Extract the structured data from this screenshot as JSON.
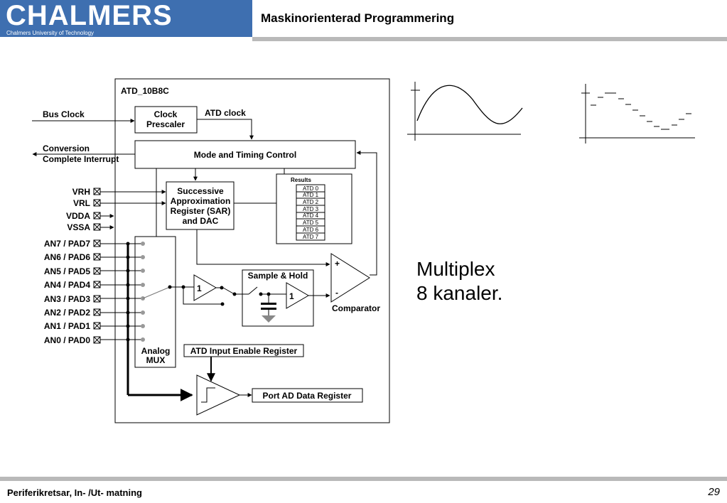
{
  "header": {
    "logo_text": "CHALMERS",
    "logo_subtext": "Chalmers University of Technology",
    "course_title": "Maskinorienterad Programmering"
  },
  "diagram": {
    "title": "ATD_10B8C",
    "bus_clock": "Bus Clock",
    "clock_prescaler": [
      "Clock",
      "Prescaler"
    ],
    "atd_clock": "ATD clock",
    "conversion_interrupt": [
      "Conversion",
      "Complete Interrupt"
    ],
    "mode_timing": "Mode and Timing Control",
    "sar": [
      "Successive",
      "Approximation",
      "Register (SAR)",
      "and DAC"
    ],
    "results_label": "Results",
    "results": [
      "ATD 0",
      "ATD 1",
      "ATD 2",
      "ATD 3",
      "ATD 4",
      "ATD 5",
      "ATD 6",
      "ATD 7"
    ],
    "power_pins": [
      "VRH",
      "VRL",
      "VDDA",
      "VSSA"
    ],
    "analog_pins": [
      "AN7 / PAD7",
      "AN6 / PAD6",
      "AN5 / PAD5",
      "AN4 / PAD4",
      "AN3 / PAD3",
      "AN2 / PAD2",
      "AN1 / PAD1",
      "AN0 / PAD0"
    ],
    "analog_mux": [
      "Analog",
      "MUX"
    ],
    "buffer_label": "1",
    "sample_hold": "Sample & Hold",
    "comparator": "Comparator",
    "plus": "+",
    "minus": "-",
    "input_enable": "ATD Input Enable Register",
    "port_ad": "Port AD Data Register"
  },
  "caption": {
    "line1": "Multiplex",
    "line2": "8 kanaler."
  },
  "footer": {
    "left": "Periferikretsar, In- /Ut- matning",
    "page": "29"
  }
}
